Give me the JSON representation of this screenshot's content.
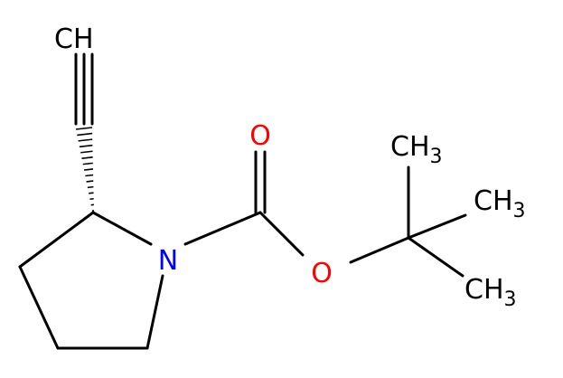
{
  "molecule": {
    "colors": {
      "bond": "#000000",
      "nitrogen": "#0000ff",
      "oxygen": "#ff0000",
      "carbon_label": "#000000"
    },
    "atoms": {
      "ch_terminal": {
        "main": "CH",
        "sub": ""
      },
      "carbonyl_o": {
        "main": "O",
        "sub": ""
      },
      "ring_n": {
        "main": "N",
        "sub": ""
      },
      "ester_o": {
        "main": "O",
        "sub": ""
      },
      "methyl_1": {
        "main": "CH",
        "sub": "3"
      },
      "methyl_2": {
        "main": "CH",
        "sub": "3"
      },
      "methyl_3": {
        "main": "CH",
        "sub": "3"
      }
    }
  }
}
